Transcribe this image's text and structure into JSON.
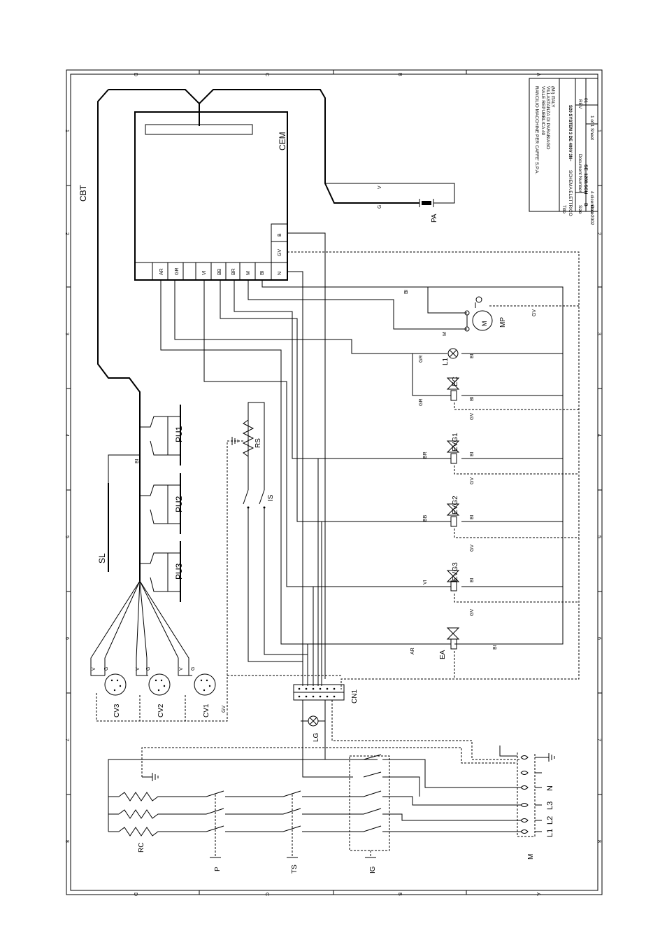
{
  "frame": {
    "zones_rows": [
      "D",
      "C",
      "B",
      "A"
    ],
    "zones_cols": [
      "1",
      "2",
      "3",
      "4",
      "5",
      "6",
      "7",
      "8"
    ]
  },
  "title_block": {
    "company": "RANCILIO MACCHINE PER CAFFE' S.P.A.",
    "address1": "VIALE REPUBBLICA 40",
    "address2": "VILLASTANZA DI PARABIAGO",
    "address3": "(MI) ITALY",
    "title_label": "Title",
    "title": "SCHEMA ELETTRICO",
    "model": "S20  SYSTEM  3 DE   400V 3N~",
    "size_label": "Size",
    "size": "B",
    "docnum_label": "Document Number",
    "docnum": "SE_1288.SCH",
    "rev_label": "REV",
    "rev": "01",
    "date_label": "Date:",
    "date": "4 dicembre 2002",
    "sheet_label": "Sheet",
    "sheet": "1     of     1"
  },
  "components": {
    "CBT": "CBT",
    "CEM": "CEM",
    "PA": "PA",
    "MP": "MP",
    "M": "M",
    "L1": "L1",
    "EC": "EC",
    "EVG1": "EVG1",
    "EVG2": "EVG2",
    "EVG3": "EVG3",
    "EA": "EA",
    "RS": "RS",
    "IS": "IS",
    "PU1": "PU1",
    "PU2": "PU2",
    "PU3": "PU3",
    "SL": "SL",
    "CV1": "CV1",
    "CV2": "CV2",
    "CV3": "CV3",
    "CN1": "CN1",
    "LG": "LG",
    "RC": "RC",
    "P": "P",
    "TS": "TS",
    "IG": "IG",
    "MAINS": "M",
    "L1N": "L1",
    "L2N": "L2",
    "L3N": "L3",
    "N": "N"
  },
  "cem_terminals": [
    "AR",
    "GR",
    "VI",
    "BB",
    "BR",
    "M",
    "BI",
    "N",
    "GV",
    "B"
  ],
  "wire_labels": {
    "V": "V",
    "G": "G",
    "BI": "BI",
    "GR": "GR",
    "BR": "BR",
    "BB": "BB",
    "VI": "VI",
    "AR": "AR",
    "GV": "GV",
    "M": "M"
  }
}
